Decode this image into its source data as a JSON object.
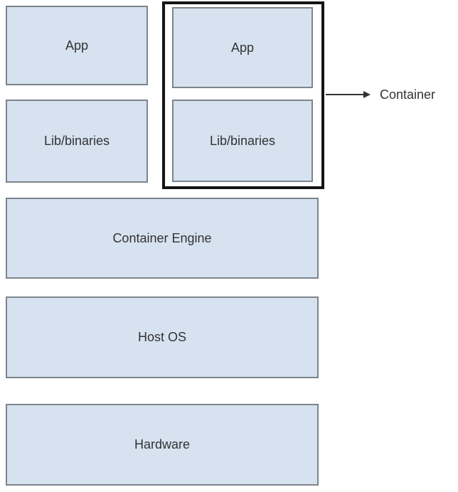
{
  "colors": {
    "box_fill": "#d6e2f0",
    "box_border": "#7d848b",
    "container_outline": "#141414",
    "text": "#333333",
    "background": "#ffffff"
  },
  "host_stack": {
    "app": "App",
    "lib": "Lib/binaries"
  },
  "container_group": {
    "app": "App",
    "lib": "Lib/binaries"
  },
  "callout": {
    "label": "Container"
  },
  "platform_layers": {
    "container_engine": "Container Engine",
    "host_os": "Host OS",
    "hardware": "Hardware"
  }
}
